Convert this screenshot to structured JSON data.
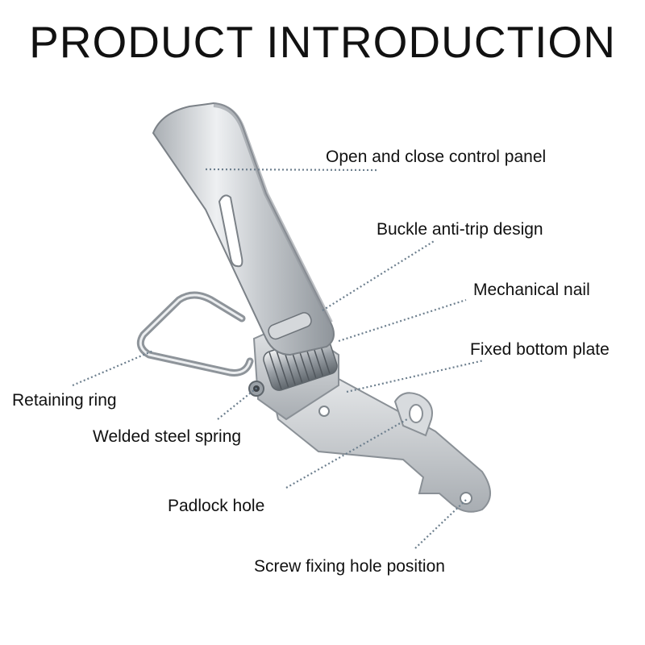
{
  "title": "PRODUCT INTRODUCTION",
  "colors": {
    "background": "#ffffff",
    "text": "#111111",
    "leader": "#6d7f8e",
    "metal": "#c9cdd1"
  },
  "labels": {
    "control_panel": "Open and close control panel",
    "anti_trip": "Buckle anti-trip design",
    "mechanical_nail": "Mechanical nail",
    "bottom_plate": "Fixed bottom plate",
    "retaining_ring": "Retaining ring",
    "steel_spring": "Welded steel spring",
    "padlock_hole": "Padlock hole",
    "screw_hole": "Screw fixing hole position"
  }
}
